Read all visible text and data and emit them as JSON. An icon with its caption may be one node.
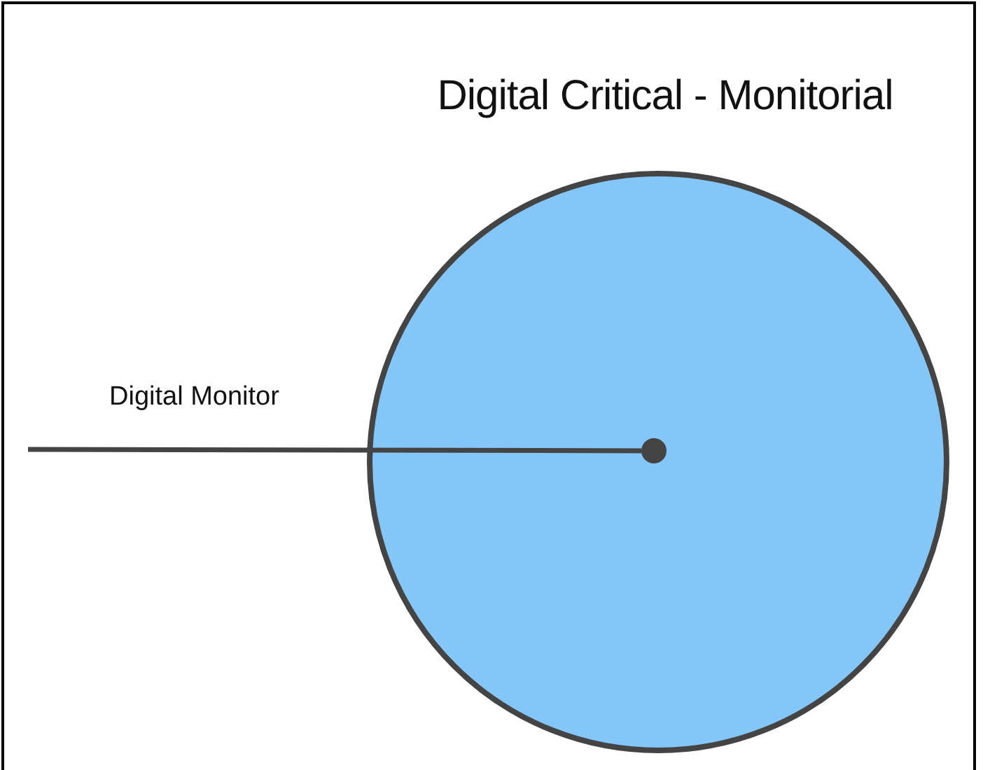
{
  "diagram": {
    "title": "Digital Critical - Monitorial",
    "nodes": [
      {
        "text": [],
        "shape": "circle"
      },
      {
        "text": [],
        "shape": "circle",
        "in": 0
      }
    ],
    "edges": [
      {
        "from": null,
        "to": 1,
        "arrow": "none",
        "label": "Digital Monitor"
      }
    ]
  }
}
